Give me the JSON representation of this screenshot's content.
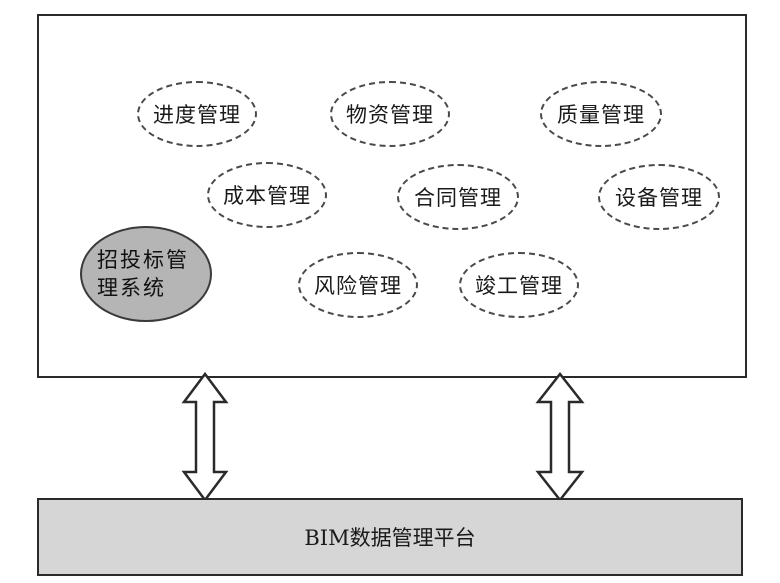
{
  "modules": [
    {
      "id": "progress",
      "label": "进度管理"
    },
    {
      "id": "materials",
      "label": "物资管理"
    },
    {
      "id": "quality",
      "label": "质量管理"
    },
    {
      "id": "cost",
      "label": "成本管理"
    },
    {
      "id": "contract",
      "label": "合同管理"
    },
    {
      "id": "equipment",
      "label": "设备管理"
    },
    {
      "id": "risk",
      "label": "风险管理"
    },
    {
      "id": "completion",
      "label": "竣工管理"
    }
  ],
  "core_system": {
    "label": "招投标管理系统"
  },
  "platform": {
    "label": "BIM数据管理平台"
  },
  "arrows": {
    "count": 2,
    "type": "bidirectional"
  }
}
